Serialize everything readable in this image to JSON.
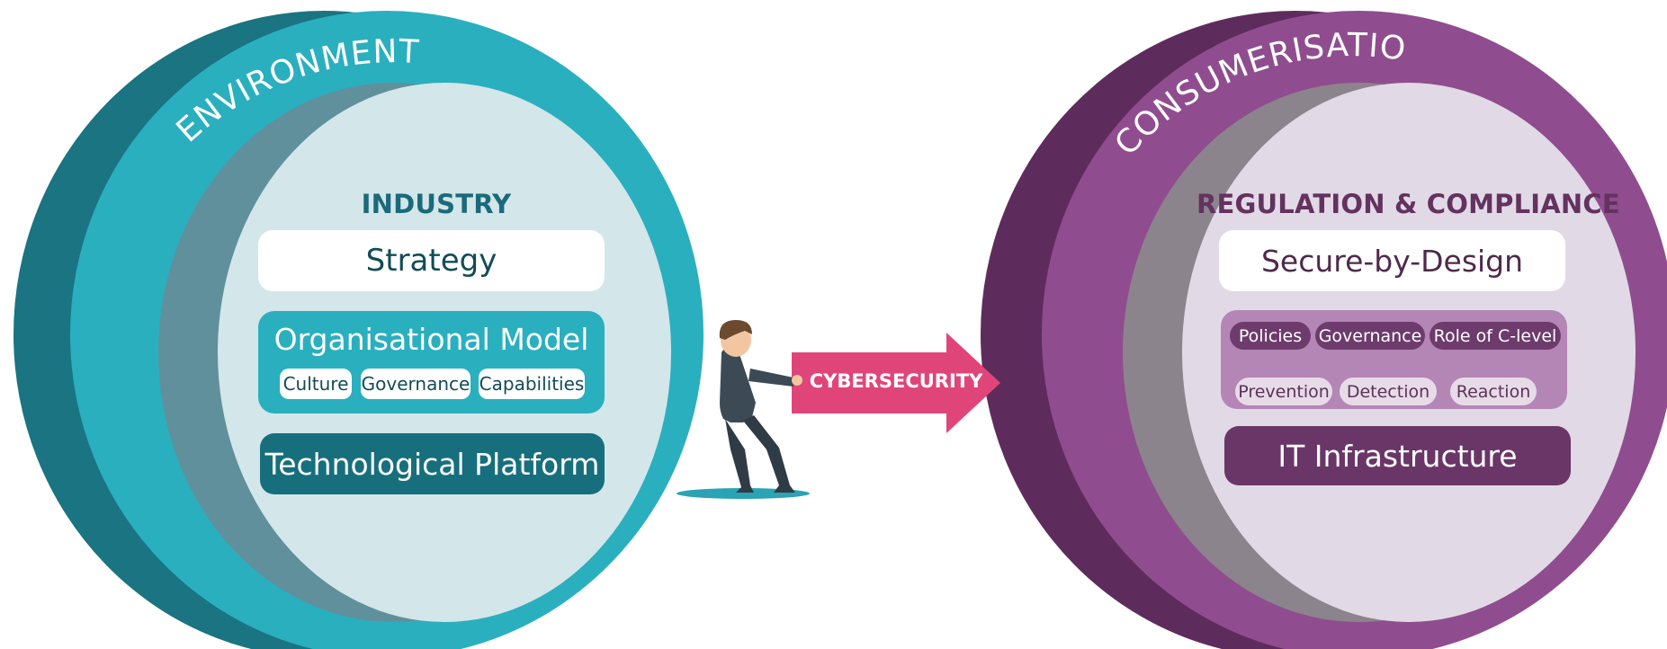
{
  "environment": {
    "label": "ENVIRONMENT",
    "industry_title": "INDUSTRY",
    "strategy": "Strategy",
    "organisational_model": {
      "title": "Organisational Model",
      "chips": [
        "Culture",
        "Governance",
        "Capabilities"
      ]
    },
    "technological_platform": "Technological Platform"
  },
  "center": {
    "arrow_label": "CYBERSECURITY"
  },
  "consumerisation": {
    "label": "CONSUMERISATION",
    "regulation_title": "REGULATION & COMPLIANCE",
    "secure_by_design": "Secure-by-Design",
    "top_chips": [
      "Policies",
      "Governance",
      "Role of C-level"
    ],
    "bottom_chips": [
      "Prevention",
      "Detection",
      "Reaction"
    ],
    "it_infrastructure": "IT Infrastructure"
  },
  "colors": {
    "teal_dark": "#176f7d",
    "teal": "#2aafbf",
    "teal_light": "#d3e6ea",
    "purple_dark": "#5e2c5c",
    "purple": "#8f4d8f",
    "purple_light": "#e2d9e6",
    "arrow_pink": "#e0457a"
  }
}
